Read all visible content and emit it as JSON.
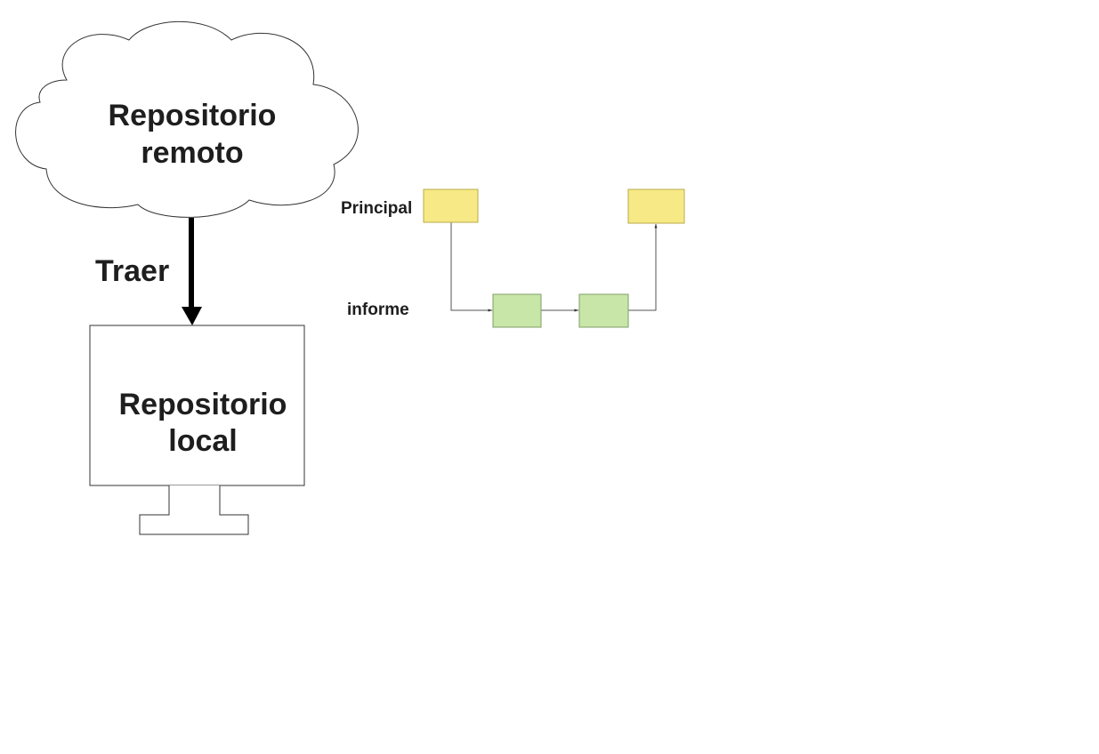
{
  "remote_repo": {
    "line1": "Repositorio",
    "line2": "remoto"
  },
  "fetch_label": "Traer",
  "local_repo": {
    "line1": "Repositorio",
    "line2": "local"
  },
  "branches": {
    "main_label": "Principal",
    "feature_label": "informe"
  },
  "colors": {
    "main_commit": "#f7ea86",
    "feature_commit": "#c8e6a8",
    "text": "#1e1e1e",
    "arrow": "#000000"
  }
}
